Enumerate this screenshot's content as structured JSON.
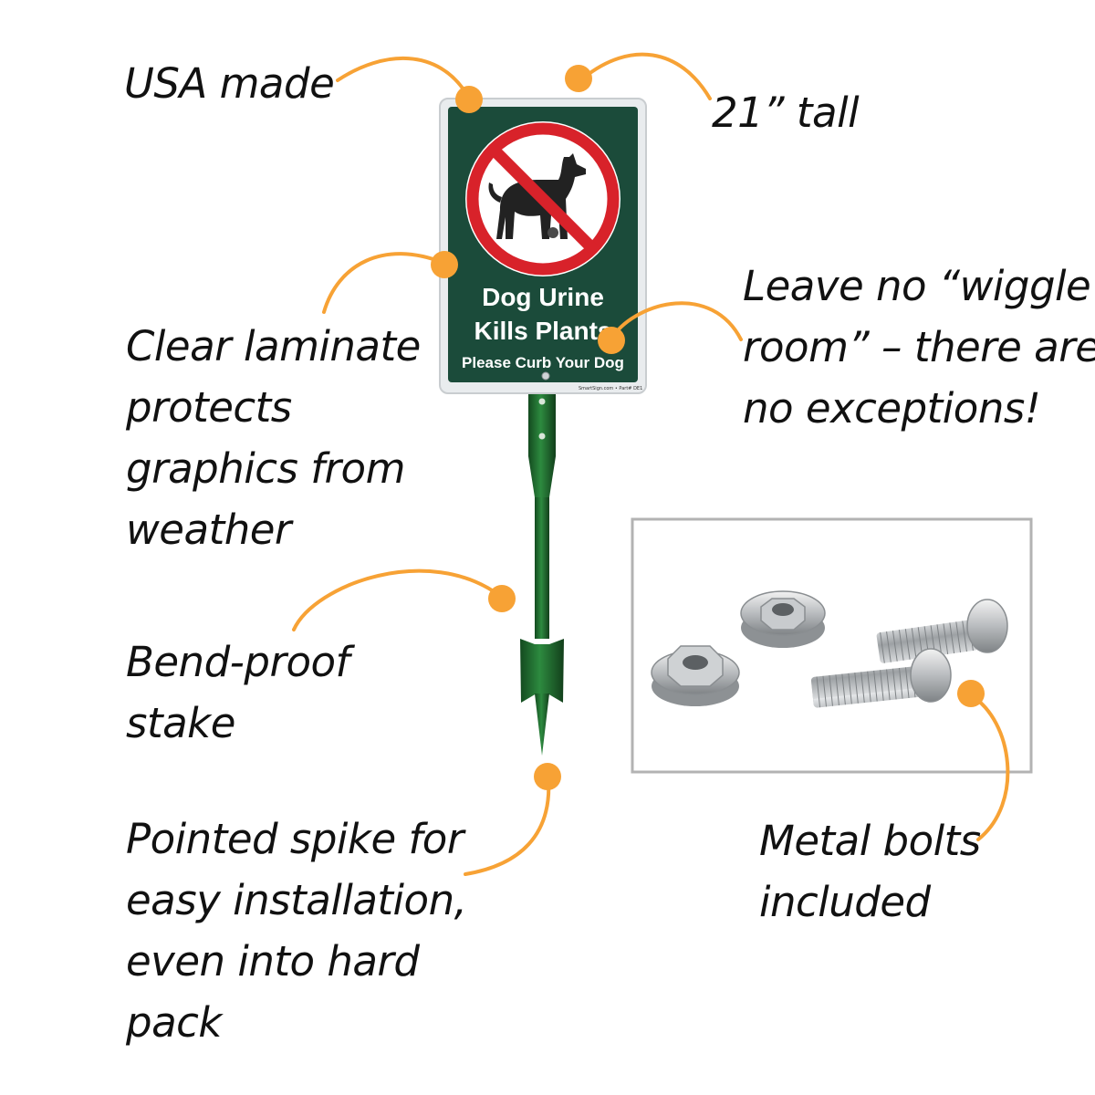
{
  "callouts": {
    "usa_made": "USA made",
    "height": "21” tall",
    "laminate": [
      "Clear laminate",
      "protects",
      "graphics from",
      "weather"
    ],
    "wiggle": [
      "Leave no “wiggle",
      "room” – there are",
      "no exceptions!"
    ],
    "stake": [
      "Bend-proof",
      "stake"
    ],
    "spike": [
      "Pointed spike for",
      "easy installation,",
      "even into hard",
      "pack"
    ],
    "bolts": [
      "Metal bolts",
      "included"
    ]
  },
  "sign": {
    "line1": "Dog Urine",
    "line2": "Kills Plants",
    "line3": "Please Curb Your Dog",
    "credit": "SmartSign.com • Part# DE1"
  },
  "icons": {
    "prohibition": "no-dog-icon",
    "hardware": [
      "flange-nut",
      "serrated-flange-nut",
      "round-head-bolt",
      "round-head-bolt"
    ]
  },
  "colors": {
    "callout_line": "#F7A235",
    "sign_green": "#1B4B3A",
    "prohibition_red": "#D8222A",
    "stake_green": "#1E6A2E",
    "text": "#111111"
  }
}
